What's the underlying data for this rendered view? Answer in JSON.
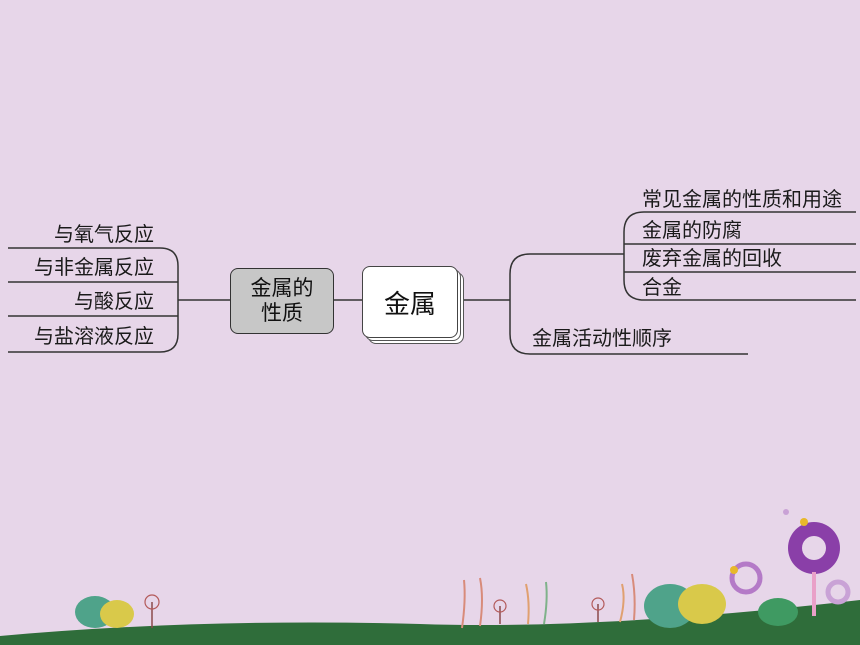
{
  "center": {
    "label": "金属"
  },
  "left": {
    "node": {
      "line1": "金属的",
      "line2": "性质"
    },
    "branches": [
      "与氧气反应",
      "与非金属反应",
      "与酸反应",
      "与盐溶液反应"
    ]
  },
  "right": {
    "branches": [
      "常见金属的性质和用途",
      "金属的防腐",
      "废弃金属的回收",
      "合金"
    ],
    "bottom_branch": "金属活动性顺序"
  },
  "colors": {
    "background": "#e7d6e9",
    "line": "#333333",
    "center_fill": "#ffffff",
    "node_fill": "#c7c7c7"
  }
}
